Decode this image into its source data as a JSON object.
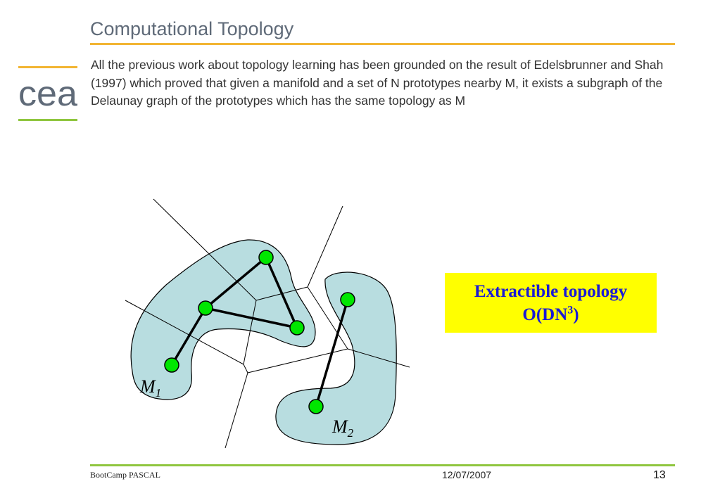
{
  "slide": {
    "title": "Computational Topology",
    "body": "All the previous work about topology learning has been grounded on the result of Edelsbrunner and Shah (1997) which proved that given a manifold  and a set of N prototypes nearby M, it exists a subgraph of the Delaunay graph of the prototypes which has the same topology as M"
  },
  "logo": {
    "text": "cea",
    "top_bar_color": "#f2b534",
    "bottom_bar_color": "#8fc63f",
    "text_color": "#5f6a78"
  },
  "diagram": {
    "manifold_1": {
      "label": "M",
      "subscript": "1"
    },
    "manifold_2": {
      "label": "M",
      "subscript": "2"
    },
    "manifold_fill": "#b8dde0",
    "node_fill": "#00e600"
  },
  "callout": {
    "line1": "Extractible topology",
    "line2_prefix": "O(DN",
    "line2_sup": "3",
    "line2_suffix": ")",
    "background": "#ffff00",
    "text_color": "#1a1ad6"
  },
  "footer": {
    "left": "BootCamp PASCAL",
    "date": "12/07/2007",
    "page": "13"
  }
}
